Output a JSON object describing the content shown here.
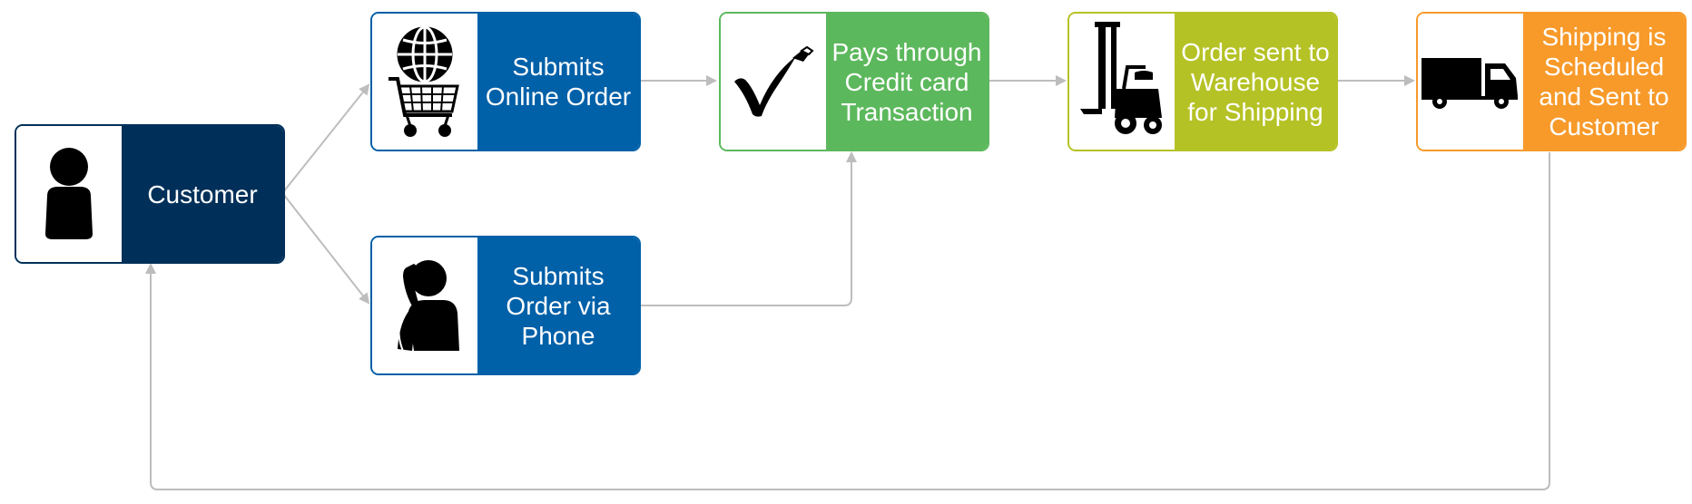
{
  "colors": {
    "customer": "#003059",
    "blue": "#0060a8",
    "green": "#5cb85c",
    "lime": "#b5c225",
    "orange": "#f79a2a",
    "arrow": "#bdbdbd"
  },
  "nodes": {
    "customer": {
      "label": "Customer",
      "icon": "person-icon"
    },
    "online": {
      "label": "Submits Online Order",
      "icon": "globe-cart-icon"
    },
    "phone": {
      "label": "Submits Order via Phone",
      "icon": "phone-person-icon"
    },
    "pay": {
      "label": "Pays through Credit card Transaction",
      "icon": "checkmark-icon"
    },
    "warehouse": {
      "label": "Order sent to Warehouse for Shipping",
      "icon": "forklift-icon"
    },
    "shipping": {
      "label": "Shipping is Scheduled and Sent to Customer",
      "icon": "truck-icon"
    }
  },
  "edges": [
    {
      "from": "customer",
      "to": "online"
    },
    {
      "from": "customer",
      "to": "phone"
    },
    {
      "from": "online",
      "to": "pay"
    },
    {
      "from": "phone",
      "to": "pay"
    },
    {
      "from": "pay",
      "to": "warehouse"
    },
    {
      "from": "warehouse",
      "to": "shipping"
    },
    {
      "from": "shipping",
      "to": "customer"
    }
  ]
}
